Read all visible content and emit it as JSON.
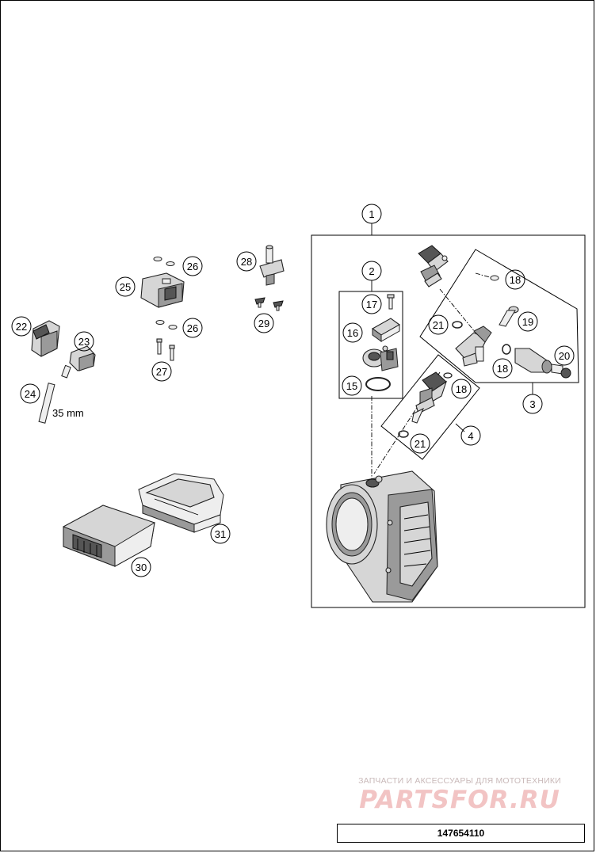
{
  "diagram": {
    "callouts": [
      {
        "id": "c1",
        "label": "1"
      },
      {
        "id": "c2",
        "label": "2"
      },
      {
        "id": "c3",
        "label": "3"
      },
      {
        "id": "c4",
        "label": "4"
      },
      {
        "id": "c15",
        "label": "15"
      },
      {
        "id": "c16",
        "label": "16"
      },
      {
        "id": "c17",
        "label": "17"
      },
      {
        "id": "c18a",
        "label": "18"
      },
      {
        "id": "c18b",
        "label": "18"
      },
      {
        "id": "c18c",
        "label": "18"
      },
      {
        "id": "c19",
        "label": "19"
      },
      {
        "id": "c20",
        "label": "20"
      },
      {
        "id": "c21a",
        "label": "21"
      },
      {
        "id": "c21b",
        "label": "21"
      },
      {
        "id": "c22",
        "label": "22"
      },
      {
        "id": "c23",
        "label": "23"
      },
      {
        "id": "c24",
        "label": "24"
      },
      {
        "id": "c25",
        "label": "25"
      },
      {
        "id": "c26a",
        "label": "26"
      },
      {
        "id": "c26b",
        "label": "26"
      },
      {
        "id": "c27",
        "label": "27"
      },
      {
        "id": "c28",
        "label": "28"
      },
      {
        "id": "c29",
        "label": "29"
      },
      {
        "id": "c30",
        "label": "30"
      },
      {
        "id": "c31",
        "label": "31"
      }
    ],
    "dimension": "35 mm"
  },
  "watermark": {
    "subtitle": "ЗАПЧАСТИ И АКСЕССУАРЫ ДЛЯ МОТОТЕХНИКИ",
    "brand": "PARTSFOR.RU",
    "brand_color": "#f2c4c4"
  },
  "document_number": "147654110"
}
